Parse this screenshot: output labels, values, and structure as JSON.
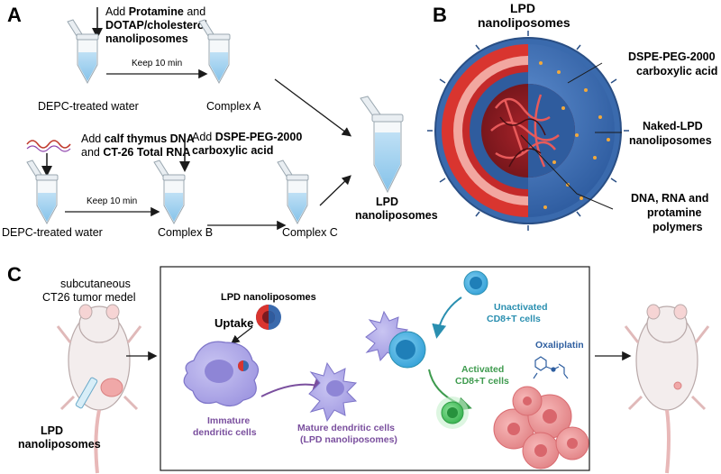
{
  "panels": {
    "a": {
      "letter": "A",
      "step1_add": "Add ",
      "step1_protamine": "Protamine",
      "step1_and": " and",
      "step1_line2": "DOTAP/cholesterol",
      "step1_line3": "nanoliposomes",
      "keep1": "Keep 10 min",
      "water1": "DEPC-treated water",
      "complex_a": "Complex A",
      "step2_add": "Add ",
      "step2_dna": "calf thymus DNA",
      "step2_and": "and ",
      "step2_rna": "CT-26 Total RNA",
      "step3_add": "Add ",
      "step3_peg": "DSPE-PEG-2000",
      "step3_line2": "carboxylic acid",
      "keep2": "Keep 10 min",
      "water2": "DEPC-treated water",
      "complex_b": "Complex B",
      "complex_c": "Complex C",
      "lpd_line1": "LPD",
      "lpd_line2": "nanoliposomes"
    },
    "b": {
      "letter": "B",
      "title_line1": "LPD",
      "title_line2": "nanoliposomes",
      "label1_line1": "DSPE-PEG-2000",
      "label1_line2": "carboxylic acid",
      "label2_line1": "Naked-LPD",
      "label2_line2": "nanoliposomes",
      "label3_line1": "DNA, RNA and",
      "label3_line2": "protamine",
      "label3_line3": "polymers"
    },
    "c": {
      "letter": "C",
      "model_line1": "subcutaneous",
      "model_line2": "CT26 tumor medel",
      "inject_line1": "LPD",
      "inject_line2": "nanoliposomes",
      "lpd_title": "LPD nanoliposomes",
      "uptake": "Uptake",
      "immature_line1": "Immature",
      "immature_line2": "dendritic cells",
      "mature_line1": "Mature dendritic cells",
      "mature_line2": "(LPD nanoliposomes)",
      "unactivated_line1": "Unactivated",
      "unactivated_line2": "CD8+T cells",
      "activated_line1": "Activated",
      "activated_line2": "CD8+T cells",
      "drug": "Oxaliplatin"
    }
  },
  "colors": {
    "text": "#1a1a1a",
    "purple": "#7a4f9e",
    "teal": "#2a8fb0",
    "green": "#3f9b4f",
    "liposome_blue": "#3d6fb5",
    "liposome_red": "#d9352f",
    "oxaliplatin": "#2f5fa0"
  }
}
